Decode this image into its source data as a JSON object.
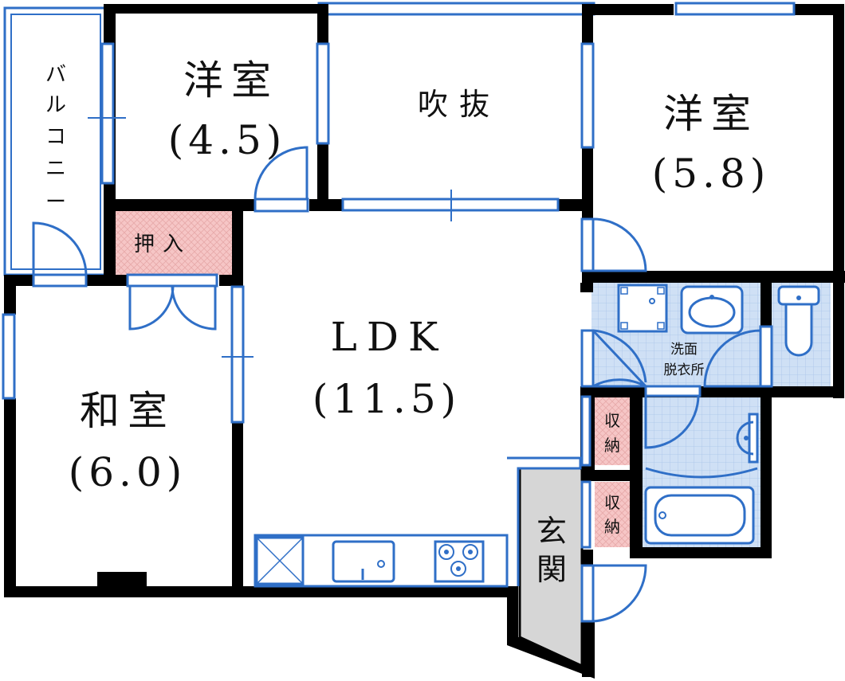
{
  "colors": {
    "wall": "#000000",
    "fixture": "#2f6fc7",
    "storage_fill": "#f6c6c6",
    "wet_area_fill": "#cfe0f5",
    "entrance_fill": "#d6d6d6"
  },
  "rooms": {
    "western_room_small": {
      "name": "洋室",
      "size": "(4.5)"
    },
    "western_room_large": {
      "name": "洋室",
      "size": "(5.8)"
    },
    "void": {
      "name": "吹抜"
    },
    "ldk": {
      "name": "LDK",
      "size": "(11.5)"
    },
    "japanese_room": {
      "name": "和室",
      "size": "(6.0)"
    },
    "balcony": {
      "chars": [
        "バ",
        "ル",
        "コ",
        "ニ",
        "ー"
      ]
    },
    "closet": {
      "name": "押入"
    },
    "washroom": {
      "line1": "洗面",
      "line2": "脱衣所"
    },
    "storage_upper": {
      "chars": [
        "収",
        "納"
      ]
    },
    "storage_lower": {
      "chars": [
        "収",
        "納"
      ]
    },
    "entrance": {
      "chars": [
        "玄",
        "関"
      ]
    }
  }
}
